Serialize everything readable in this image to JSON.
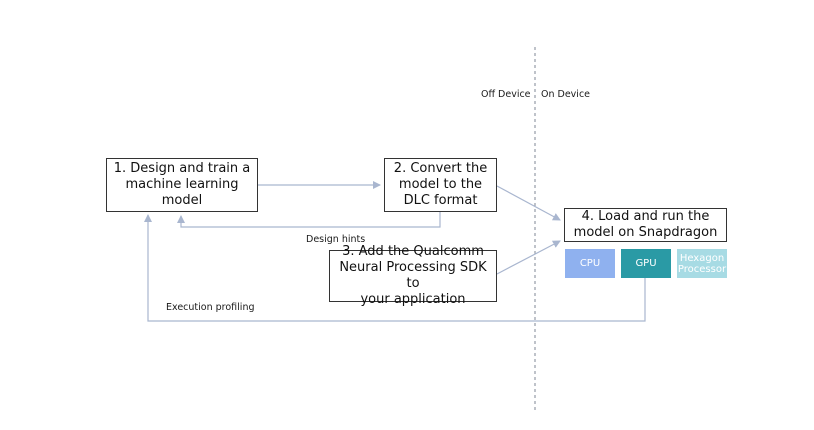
{
  "regions": {
    "off_device": "Off Device",
    "on_device": "On Device"
  },
  "steps": {
    "design": "1. Design and train a\nmachine learning\nmodel",
    "convert": "2. Convert the\nmodel to the\nDLC format",
    "add_sdk": "3. Add the Qualcomm\nNeural Processing SDK to\nyour application",
    "load_run": "4. Load and run the\nmodel on Snapdragon"
  },
  "arrows": {
    "design_hints": "Design hints",
    "execution_profiling": "Execution profiling"
  },
  "processors": [
    {
      "label": "CPU",
      "color": "#8fb1ef"
    },
    {
      "label": "GPU",
      "color": "#2a9aa5"
    },
    {
      "label": "Hexagon\nProcessor",
      "color": "#a7dbe4"
    }
  ],
  "colors": {
    "arrow": "#a9b6cf",
    "divider": "#7f8794"
  }
}
